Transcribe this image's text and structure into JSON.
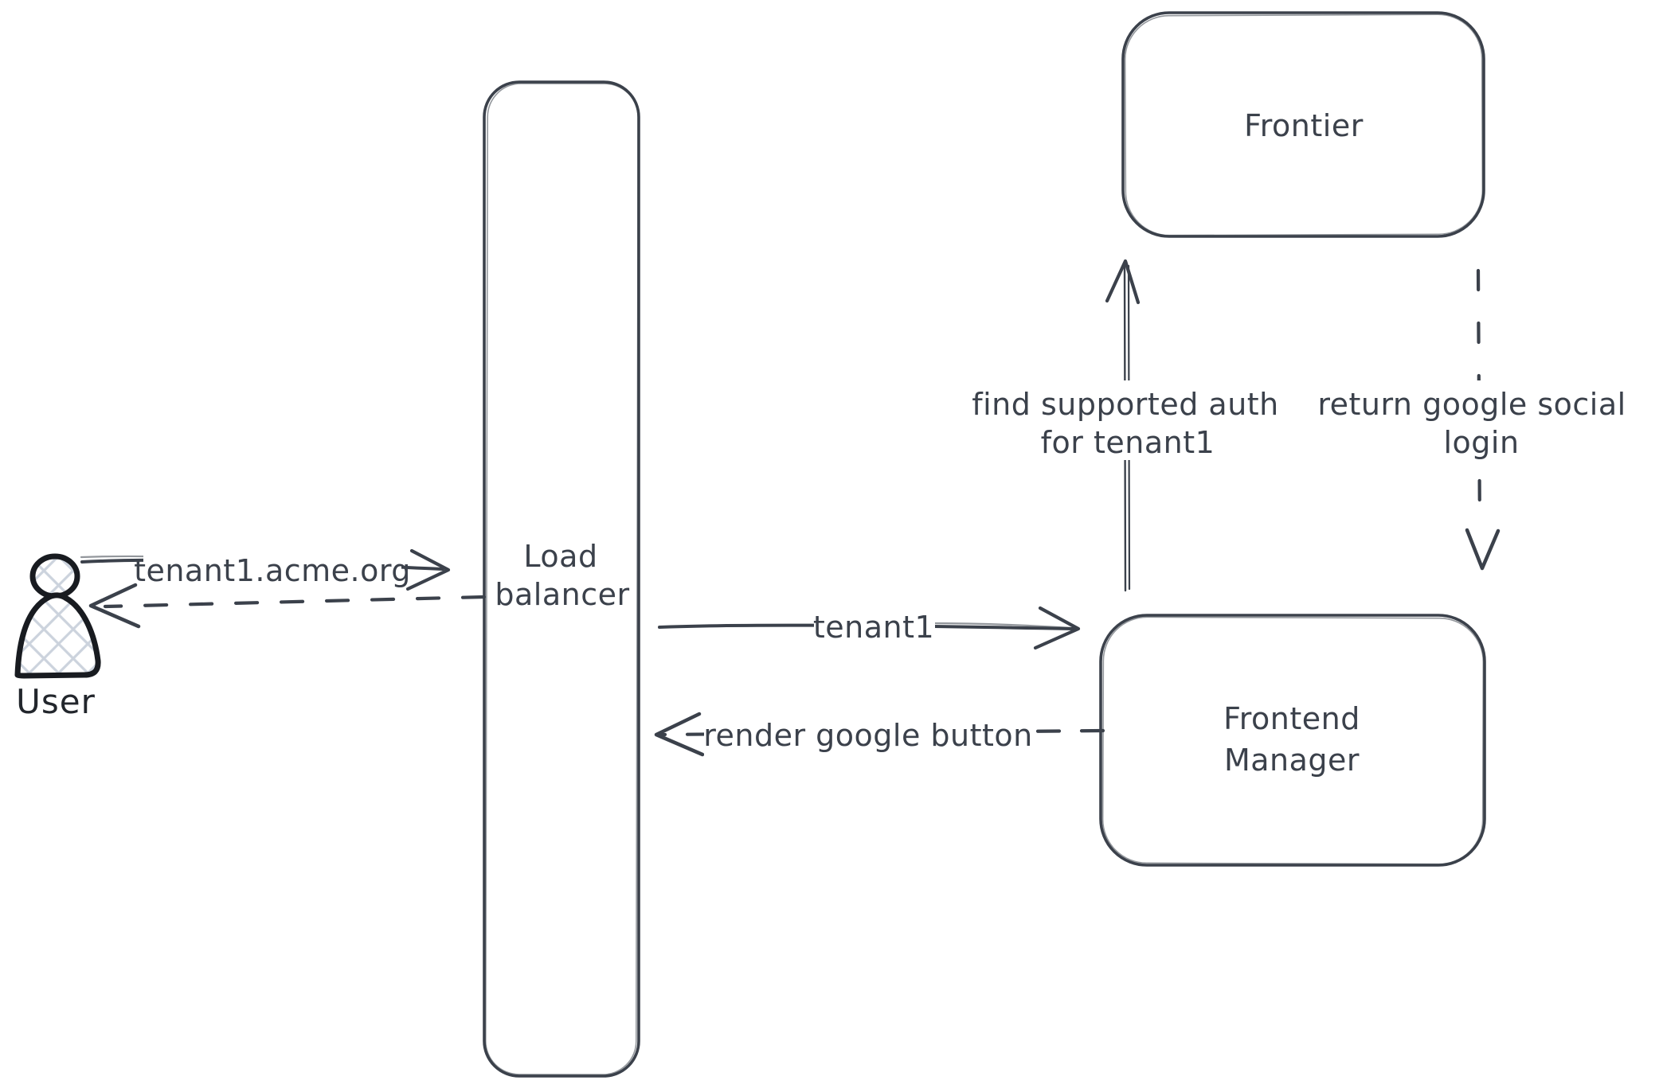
{
  "diagram": {
    "type": "hand-drawn architecture / sequence sketch",
    "background": "#ffffff",
    "stroke_color": "#3b414b",
    "actor": {
      "label": "User",
      "outline_color": "#181b20",
      "fill_hatch_color": "#ccd3dd"
    },
    "nodes": {
      "load_balancer": {
        "lines": [
          "Load",
          "balancer"
        ]
      },
      "frontier": {
        "label": "Frontier"
      },
      "frontend_manager": {
        "lines": [
          "Frontend",
          "Manager"
        ]
      }
    },
    "edges": [
      {
        "id": "user-to-load-balancer",
        "style": "solid",
        "direction": "right",
        "label": "tenant1.acme.org"
      },
      {
        "id": "load-balancer-to-user",
        "style": "dashed",
        "direction": "left",
        "label": ""
      },
      {
        "id": "load-balancer-to-frontend-manager",
        "style": "solid",
        "direction": "right",
        "label": "tenant1"
      },
      {
        "id": "frontend-manager-to-load-balancer",
        "style": "dashed",
        "direction": "left",
        "label": "render google button"
      },
      {
        "id": "frontend-manager-to-frontier",
        "style": "solid",
        "direction": "up",
        "lines": [
          "find supported auth",
          "for tenant1"
        ]
      },
      {
        "id": "frontier-to-frontend-manager",
        "style": "dashed",
        "direction": "down",
        "lines": [
          "return google social",
          "login"
        ]
      }
    ]
  }
}
